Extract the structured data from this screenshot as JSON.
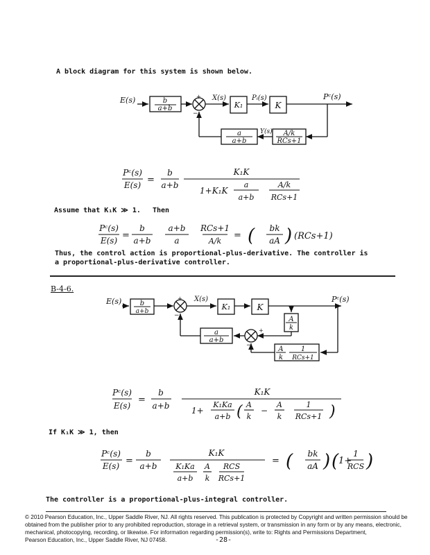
{
  "text": {
    "intro": "A block diagram for this system is shown below.",
    "assume": "Assume that K₁K ≫ 1.",
    "then": "Then",
    "thus_line1": "Thus, the control action is proportional-plus-derivative.   The controller is",
    "thus_line2": "a proportional-plus-derivative controller.",
    "problem_label": "B-4-6.",
    "if_line": "If K₁K ≫ 1, then",
    "conclusion": "The controller is a proportional-plus-integral controller."
  },
  "diagram1": {
    "input": "E(s)",
    "block_ratio": [
      "b",
      "a+b"
    ],
    "signal_x": "X(s)",
    "signal_pi": "Pᵢ(s)",
    "block_k1": "K₁",
    "block_k": "K",
    "output": "Pᶜ(s)",
    "signal_y": "Y(s)",
    "block_feedback_ratio": [
      "a",
      "a+b"
    ],
    "block_feedback_tf": [
      "A/k",
      "RCs+1"
    ]
  },
  "eq1": {
    "lhs": [
      "Pᶜ(s)",
      "E(s)"
    ],
    "ratio": [
      "b",
      "a+b"
    ],
    "num": "K₁K",
    "den_prefix": "1+K₁K",
    "den_f1": [
      "a",
      "a+b"
    ],
    "den_f2": [
      "A/k",
      "RCs+1"
    ]
  },
  "eq2": {
    "lhs": [
      "Pᶜ(s)",
      "E(s)"
    ],
    "f1": [
      "b",
      "a+b"
    ],
    "f2": [
      "a+b",
      "a"
    ],
    "f3": [
      "RCs+1",
      "A/k"
    ],
    "rhs_paren": [
      "bk",
      "aA"
    ],
    "rhs_tail": "(RCs+1)"
  },
  "diagram2": {
    "input": "E(s)",
    "block_ratio": [
      "b",
      "a+b"
    ],
    "signal_x": "X(s)",
    "block_k1": "K₁",
    "block_k": "K",
    "output": "Pᶜ(s)",
    "block_a_over_k": [
      "A",
      "k"
    ],
    "block_feedback_ratio": [
      "a",
      "a+b"
    ],
    "block_lag_1": [
      "A",
      "k"
    ],
    "block_lag_2": [
      "1",
      "RCs+1"
    ]
  },
  "eq3": {
    "lhs": [
      "Pᶜ(s)",
      "E(s)"
    ],
    "ratio": [
      "b",
      "a+b"
    ],
    "num": "K₁K",
    "den_prefix": "1+",
    "den_f1": [
      "K₁Ka",
      "a+b"
    ],
    "den_f2": [
      "A",
      "k"
    ],
    "minus": "−",
    "den_f3": [
      "A",
      "k"
    ],
    "den_f4": [
      "1",
      "RCs+1"
    ]
  },
  "eq4": {
    "lhs": [
      "Pᶜ(s)",
      "E(s)"
    ],
    "ratio": [
      "b",
      "a+b"
    ],
    "num": "K₁K",
    "den_f1": [
      "K₁Ka",
      "a+b"
    ],
    "den_f2": [
      "A",
      "k"
    ],
    "den_f3": [
      "RCS",
      "RCs+1"
    ],
    "rhs_paren": [
      "bk",
      "aA"
    ],
    "rhs_tail": [
      "1",
      "RCS"
    ]
  },
  "footer": {
    "line1": "© 2010 Pearson Education, Inc., Upper Saddle River, NJ.  All rights reserved. This publication is protected by Copyright and written permission should be",
    "line2": "obtained from the publisher prior to any prohibited reproduction, storage in a retrieval system, or transmission in any form or by any means, electronic,",
    "line3": "mechanical, photocopying, recording, or likewise. For information  regarding permission(s), write to: Rights and Permissions Department,",
    "line4": "Pearson Education, Inc., Upper Saddle River, NJ 07458.",
    "page_number": "-28-"
  }
}
